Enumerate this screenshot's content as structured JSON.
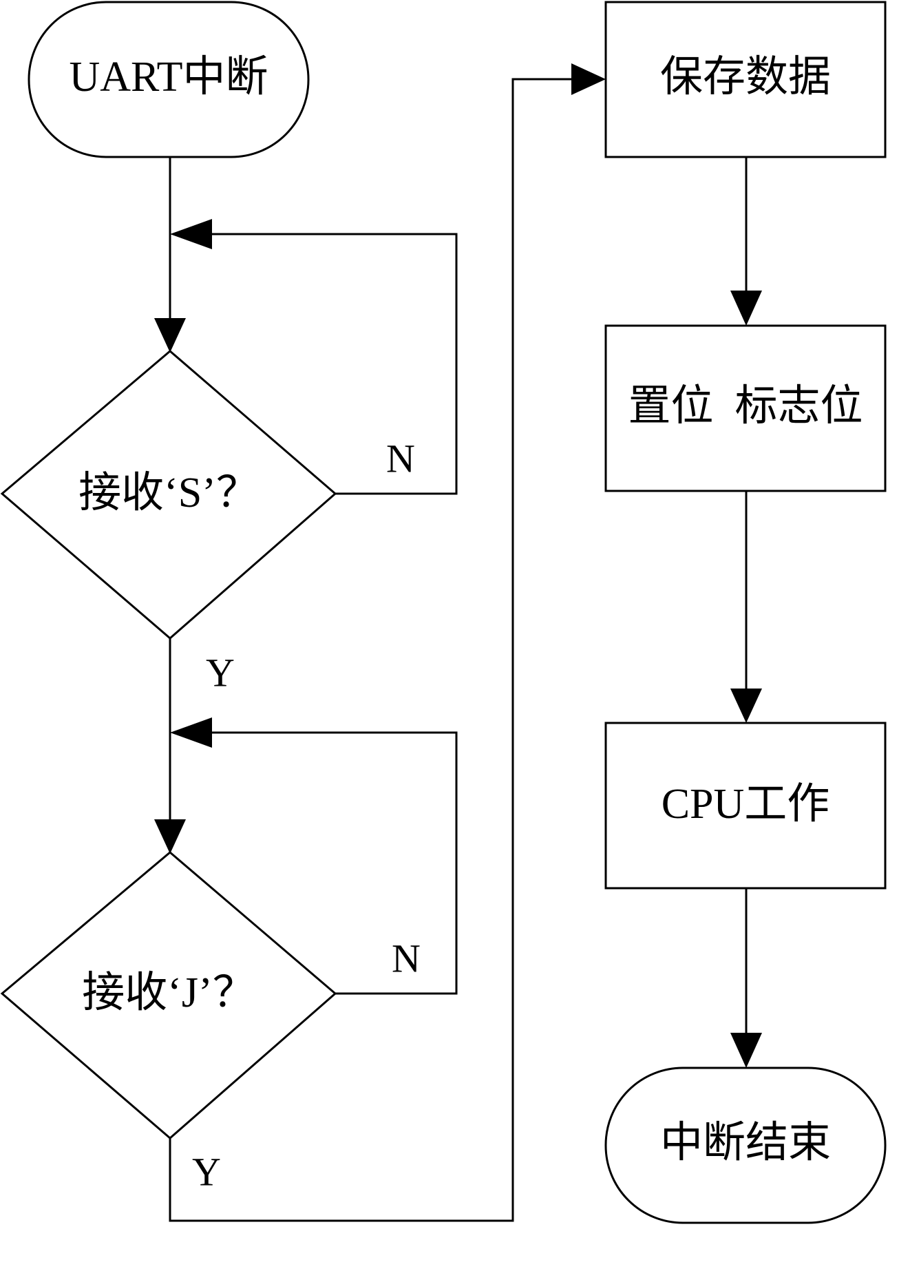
{
  "nodes": {
    "start": "UART中断",
    "decision_s": "接收‘S’？",
    "decision_j": "接收‘J’？",
    "save": "保存数据",
    "set_flag": "置位  标志位",
    "cpu": "CPU工作",
    "end": "中断结束"
  },
  "branches": {
    "s_no": "N",
    "s_yes": "Y",
    "j_no": "N",
    "j_yes": "Y"
  }
}
